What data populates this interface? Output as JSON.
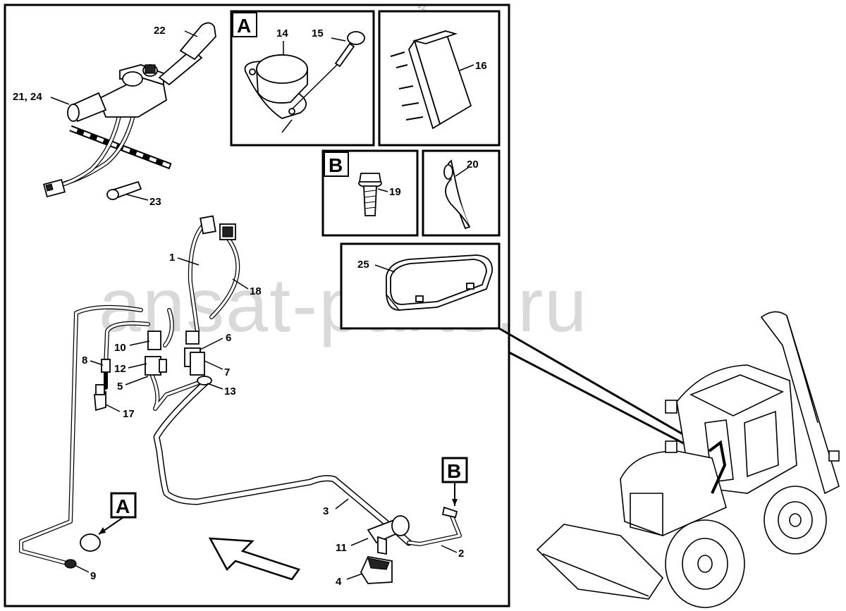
{
  "watermark": "ansat-parts.ru",
  "top_mark": "+2",
  "inset_tags": {
    "a": "A",
    "b": "B"
  },
  "callout_tags": {
    "a": "A",
    "b": "B"
  },
  "labels": {
    "p1": "1",
    "p2": "2",
    "p3": "3",
    "p4": "4",
    "p5": "5",
    "p6": "6",
    "p7": "7",
    "p8": "8",
    "p9": "9",
    "p10": "10",
    "p11": "11",
    "p12": "12",
    "p13": "13",
    "p14": "14",
    "p15": "15",
    "p16": "16",
    "p17": "17",
    "p18": "18",
    "p19": "19",
    "p20": "20",
    "p21_24": "21, 24",
    "p22": "22",
    "p23": "23",
    "p25": "25"
  }
}
